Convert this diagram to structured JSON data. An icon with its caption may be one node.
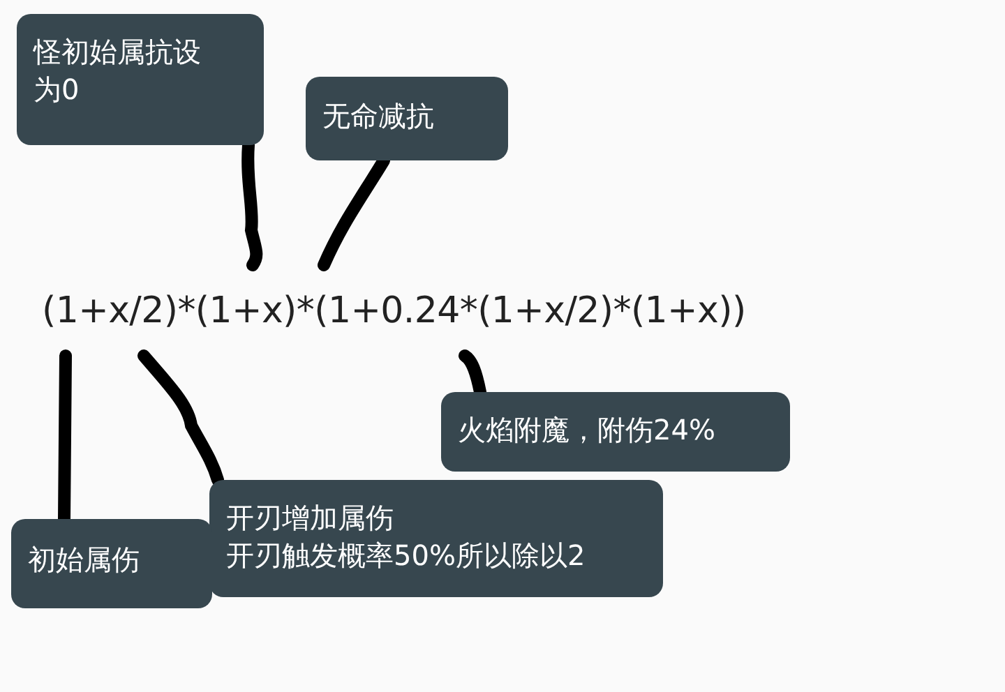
{
  "diagram": {
    "nodes": [
      {
        "text": [
          "怪初始属抗设为0"
        ]
      },
      {
        "text": [
          "无命减抗"
        ]
      },
      {
        "text": [
          "(1+x/2)*(1+x)*(1+0.24*(1+x/2)*(1+x))"
        ]
      },
      {
        "text": [
          "火焰附魔，附伤24%"
        ]
      },
      {
        "text": [
          "开刃增加属伤",
          "开刃触发概率50%所以除以2"
        ]
      },
      {
        "text": [
          "初始属伤"
        ]
      }
    ],
    "edges": [
      {
        "from": 0,
        "to": 2,
        "arrow": "none"
      },
      {
        "from": 1,
        "to": 2,
        "arrow": "none"
      },
      {
        "from": 3,
        "to": 2,
        "arrow": "none"
      },
      {
        "from": 4,
        "to": 2,
        "arrow": "none"
      },
      {
        "from": 5,
        "to": 2,
        "arrow": "none"
      }
    ]
  }
}
